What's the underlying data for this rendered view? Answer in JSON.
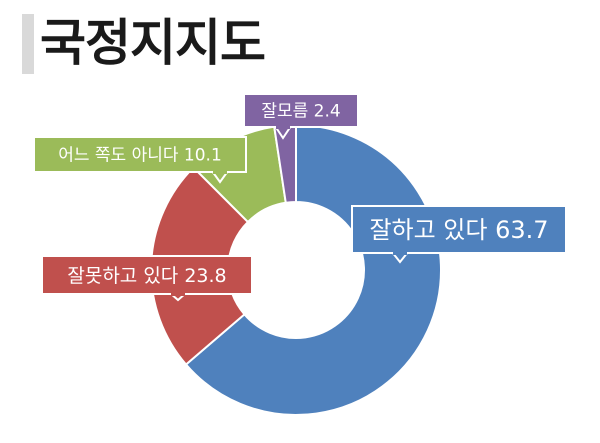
{
  "title": "국정지지도",
  "chart_data": {
    "type": "pie",
    "donut": true,
    "slices": [
      {
        "label": "잘하고 있다",
        "value": 63.7,
        "color": "#4f81bd"
      },
      {
        "label": "잘못하고 있다",
        "value": 23.8,
        "color": "#c0504d"
      },
      {
        "label": "어느 쪽도 아니다",
        "value": 10.1,
        "color": "#9bbb59"
      },
      {
        "label": "잘모름",
        "value": 2.4,
        "color": "#8064a2"
      }
    ]
  }
}
